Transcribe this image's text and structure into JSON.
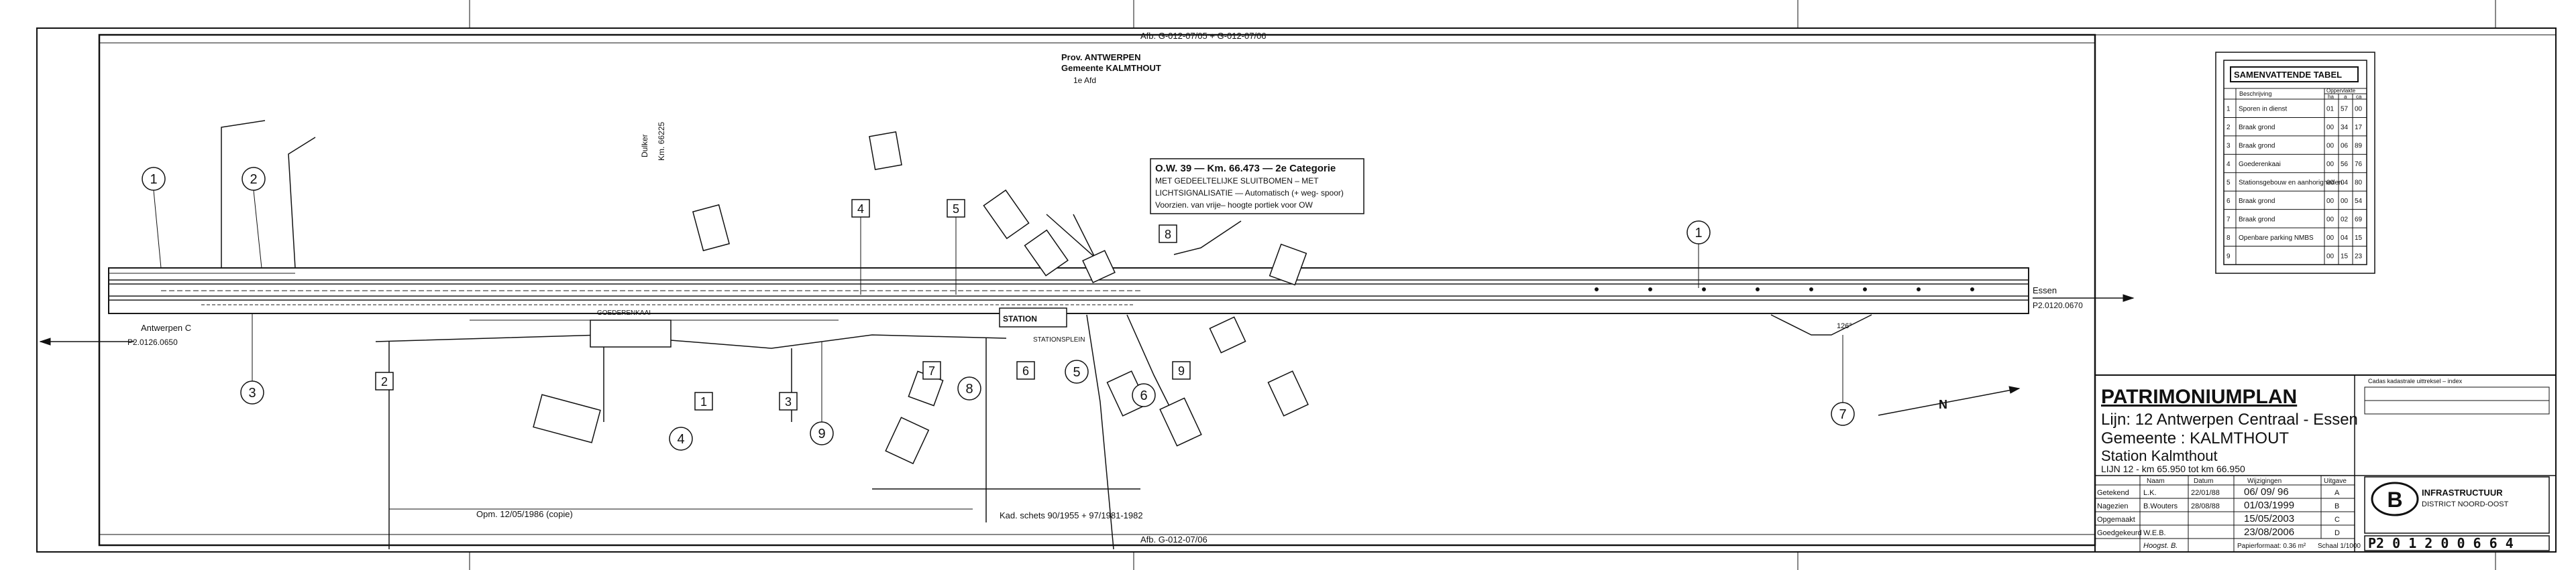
{
  "header": {
    "province": "Prov. ANTWERPEN",
    "municipality": "Gemeente KALMTHOUT",
    "division": "1e Afd",
    "ref_top": "Afb. G-012-07/05 + G-012-07/06",
    "ref_bottom": "Afb. G-012-07/06"
  },
  "crossing_note": {
    "line1": "O.W. 39 — Km. 66.473 — 2e Categorie",
    "line2": "MET GEDEELTELIJKE SLUITBOMEN – MET",
    "line3": "LICHTSIGNALISATIE — Automatisch (+ weg- spoor)",
    "line4": "Voorzien. van vrije– hoogte portiek voor OW"
  },
  "labels": {
    "dulker": "Dulker",
    "dulker_km": "Km. 66225",
    "antwerpen": "Antwerpen C",
    "antwerpen_pk": "P2.0126.0650",
    "essen": "Essen",
    "essen_pk": "P2.0120.0670",
    "opm": "Opm. 12/05/1986 (copie)",
    "kad": "Kad. schets 90/1955 + 97/1981-1982",
    "station": "STATION",
    "stationsplein": "STATIONSPLEIN",
    "goederenkaai": "GOEDERENKAAI",
    "north": "N",
    "angle": "126°"
  },
  "circle_markers": [
    "1",
    "2",
    "3",
    "4",
    "5",
    "6",
    "7",
    "8",
    "9",
    "1"
  ],
  "square_markers": [
    "1",
    "2",
    "3",
    "4",
    "5",
    "6",
    "7",
    "8",
    "9"
  ],
  "summary_table": {
    "title": "SAMENVATTENDE TABEL",
    "col_desc": "Beschrijving",
    "col_area": "Oppervlakte",
    "col_units": [
      "ha",
      "a",
      "ca"
    ],
    "rows": [
      {
        "n": "1",
        "desc": "Sporen in dienst",
        "ha": "01",
        "a": "57",
        "ca": "00"
      },
      {
        "n": "2",
        "desc": "Braak grond",
        "ha": "00",
        "a": "34",
        "ca": "17"
      },
      {
        "n": "3",
        "desc": "Braak grond",
        "ha": "00",
        "a": "06",
        "ca": "89"
      },
      {
        "n": "4",
        "desc": "Goederenkaai",
        "ha": "00",
        "a": "56",
        "ca": "76"
      },
      {
        "n": "5",
        "desc": "Stationsgebouw en aanhorigheden.",
        "ha": "00",
        "a": "04",
        "ca": "80"
      },
      {
        "n": "6",
        "desc": "Braak grond",
        "ha": "00",
        "a": "00",
        "ca": "54"
      },
      {
        "n": "7",
        "desc": "Braak grond",
        "ha": "00",
        "a": "02",
        "ca": "69"
      },
      {
        "n": "8",
        "desc": "Openbare parking NMBS",
        "ha": "00",
        "a": "04",
        "ca": "15"
      },
      {
        "n": "9",
        "desc": "",
        "ha": "00",
        "a": "15",
        "ca": "23"
      }
    ]
  },
  "title_block": {
    "title": "PATRIMONIUMPLAN",
    "line": "Lijn: 12 Antwerpen Centraal - Essen",
    "gemeente": "Gemeente : KALMTHOUT",
    "station": "Station Kalmthout",
    "km": "LIJN 12 - km 65.950 tot km 66.950",
    "cadastre_label": "Cadas kadastrale uittreksel – index",
    "header_cols": [
      "Naam",
      "Datum",
      "Wijzigingen",
      "Uitgave"
    ],
    "rows": [
      {
        "role": "Getekend",
        "name": "L.K.",
        "date": "22/01/88",
        "change": "06/ 09/ 96",
        "issue": "A"
      },
      {
        "role": "Nagezien",
        "name": "B.Wouters",
        "date": "28/08/88",
        "change": "01/03/1999",
        "issue": "B"
      },
      {
        "role": "Opgemaakt",
        "name": "",
        "date": "",
        "change": "15/05/2003",
        "issue": "C"
      },
      {
        "role": "Goedgekeurd",
        "name": "W.E.B.",
        "date": "",
        "change": "23/08/2006",
        "issue": "D"
      }
    ],
    "signature": "Hoogst. B.",
    "sheet_size": "Papierformaat: 0.36 m²",
    "scale": "Schaal 1/1000",
    "org1": "INFRASTRUCTUUR",
    "org2": "DISTRICT NOORD-OOST",
    "plan_number": "P2 0 1 2 0 0 6 6 4"
  },
  "colors": {
    "ink": "#111111",
    "paper": "#ffffff",
    "tracks": "#1a1a1a"
  }
}
